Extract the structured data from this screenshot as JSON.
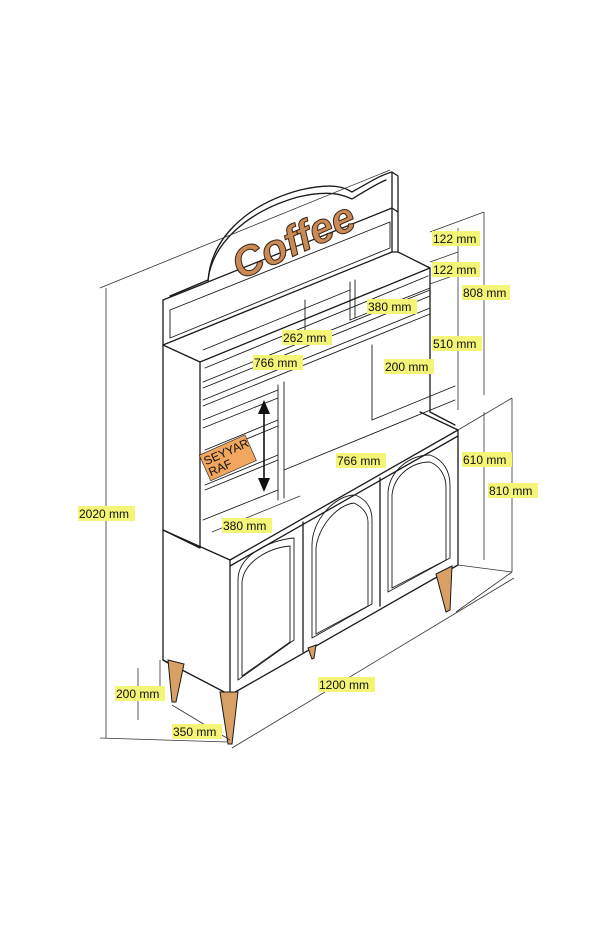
{
  "colors": {
    "label_bg": "#f4f477",
    "line": "#1a1a1a",
    "leg": "#d9a066",
    "logo": "#c98a55",
    "movable_tag": "#f0a65e"
  },
  "logo_text": "Coffee",
  "movable_shelf": {
    "line1": "SEYYAR",
    "line2": "RAF",
    "arrow_icon": "double-arrow-vertical"
  },
  "dimensions": [
    {
      "id": "top-section-1",
      "text": "122 mm"
    },
    {
      "id": "top-section-2",
      "text": "122 mm"
    },
    {
      "id": "right-shelf-width",
      "text": "380 mm"
    },
    {
      "id": "hutch-height",
      "text": "808 mm"
    },
    {
      "id": "upper-compartment-width",
      "text": "262 mm"
    },
    {
      "id": "middle-shelf-height",
      "text": "510 mm"
    },
    {
      "id": "hutch-width",
      "text": "766 mm"
    },
    {
      "id": "hutch-depth",
      "text": "200 mm"
    },
    {
      "id": "counter-width",
      "text": "766 mm"
    },
    {
      "id": "cabinet-height",
      "text": "610 mm"
    },
    {
      "id": "cabinet-total-height",
      "text": "810 mm"
    },
    {
      "id": "total-height",
      "text": "2020 mm"
    },
    {
      "id": "left-shelf-width",
      "text": "380 mm"
    },
    {
      "id": "leg-height",
      "text": "200 mm"
    },
    {
      "id": "total-width",
      "text": "1200 mm"
    },
    {
      "id": "cabinet-depth",
      "text": "350 mm"
    }
  ]
}
